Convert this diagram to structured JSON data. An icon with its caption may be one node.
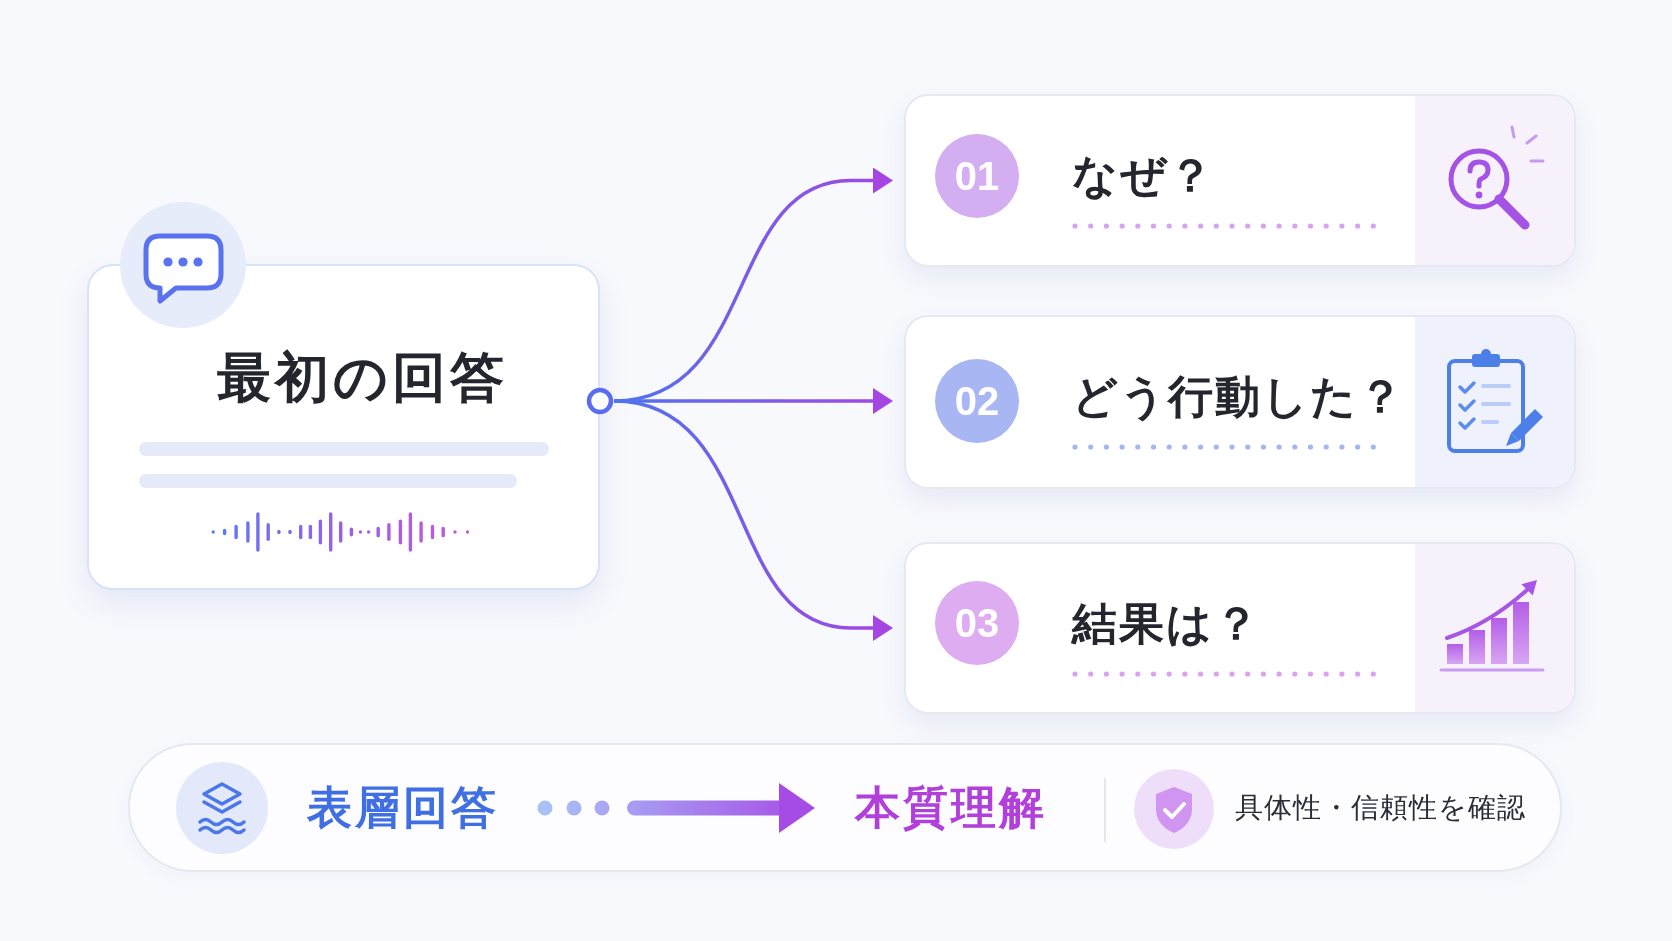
{
  "diagram": {
    "nodes": [
      {
        "text": [
          "最初の回答"
        ]
      },
      {
        "text": [
          "なぜ？"
        ]
      },
      {
        "text": [
          "01"
        ],
        "in": 1
      },
      {
        "text": [
          "どう行動した？"
        ]
      },
      {
        "text": [
          "02"
        ],
        "in": 3
      },
      {
        "text": [
          "結果は？"
        ]
      },
      {
        "text": [
          "03"
        ],
        "in": 5
      },
      {
        "text": [],
        "shape": "bar"
      },
      {
        "text": [
          "表層回答"
        ],
        "in": 7
      },
      {
        "text": [
          "本質理解"
        ],
        "in": 7
      }
    ],
    "edges": [
      {
        "from": 0,
        "to": 1,
        "arrow": "to"
      },
      {
        "from": 0,
        "to": 3,
        "arrow": "to"
      },
      {
        "from": 0,
        "to": 5,
        "arrow": "to"
      },
      {
        "from": 8,
        "to": 9,
        "arrow": "to",
        "style": "thick"
      }
    ],
    "labels": [
      "具体性・信頼性を確認"
    ]
  }
}
